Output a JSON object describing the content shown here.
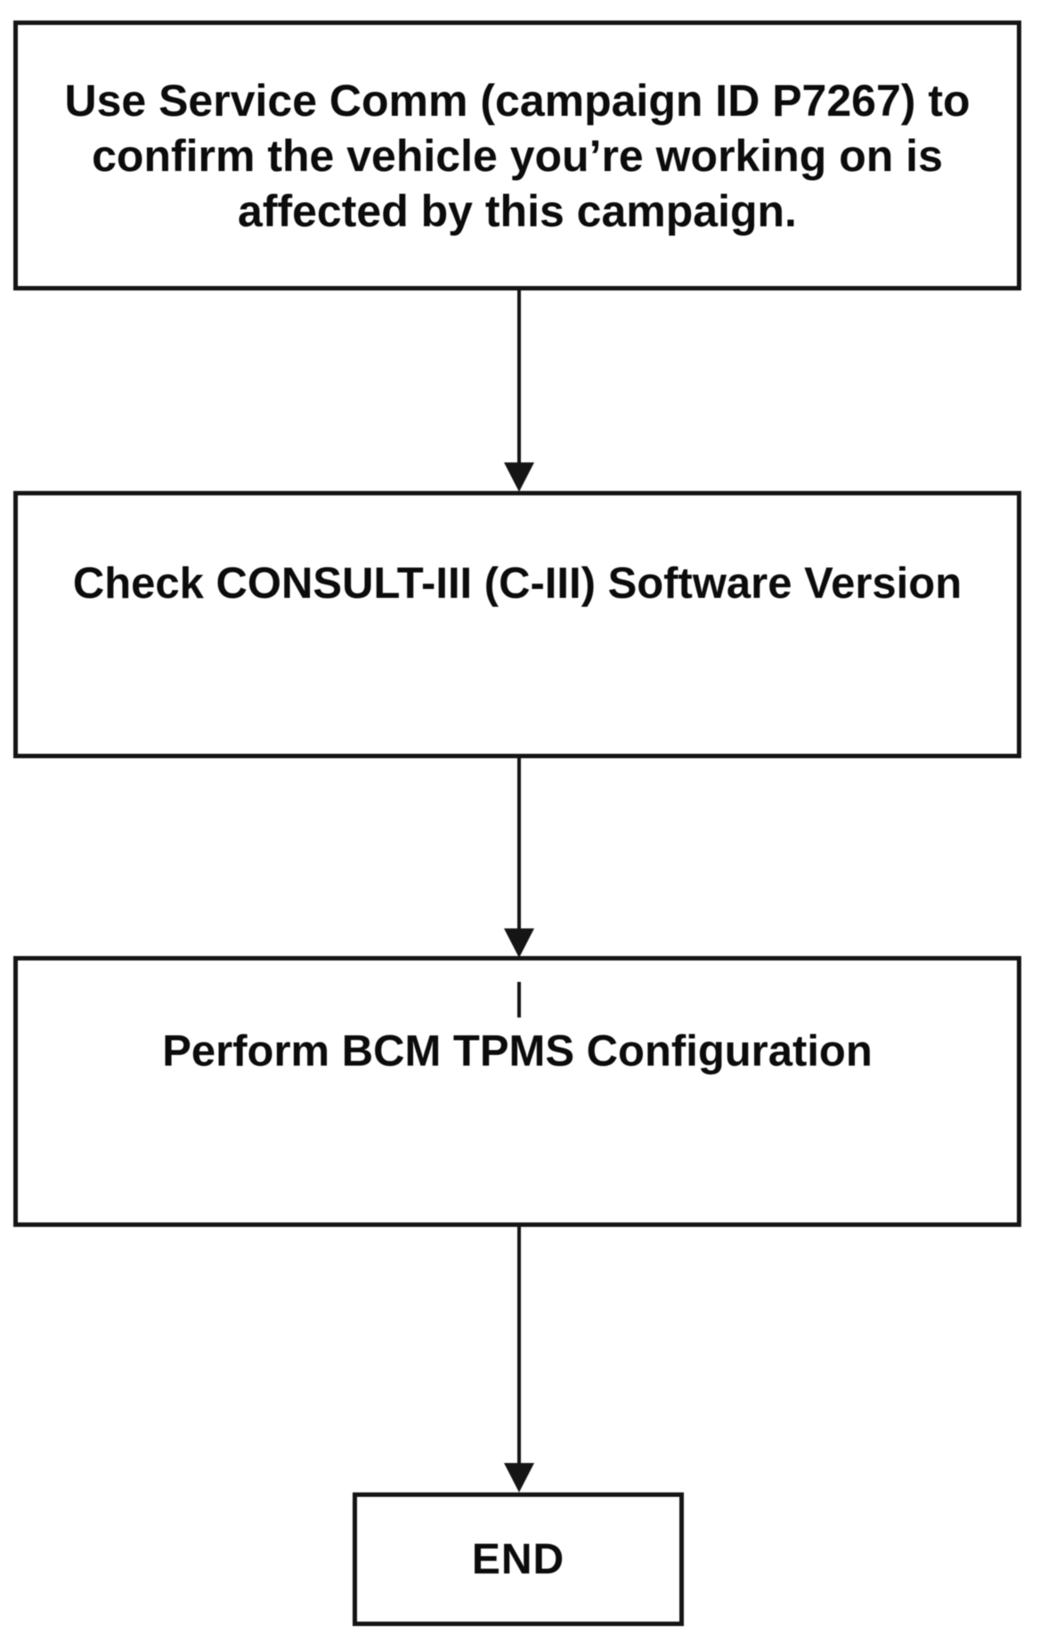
{
  "page": {
    "background": "#ffffff",
    "stroke_color": "#151515",
    "text_color": "#0c0c0c"
  },
  "flowchart": {
    "type": "vertical-process-flow",
    "nodes": [
      {
        "id": "step-service-comm",
        "lines": [
          "Use Service Comm (campaign ID P7267) to",
          "confirm the vehicle you’re working on is",
          "affected by this campaign."
        ]
      },
      {
        "id": "step-check-consult",
        "label": "Check CONSULT-III (C-III) Software Version"
      },
      {
        "id": "step-perform-bcm",
        "label": "Perform BCM TPMS Configuration"
      },
      {
        "id": "end",
        "label": "END"
      }
    ],
    "connectors": [
      {
        "from": "step-service-comm",
        "to": "step-check-consult",
        "direction": "down"
      },
      {
        "from": "step-check-consult",
        "to": "step-perform-bcm",
        "direction": "down"
      },
      {
        "from": "step-perform-bcm",
        "to": "end",
        "direction": "down"
      }
    ]
  }
}
